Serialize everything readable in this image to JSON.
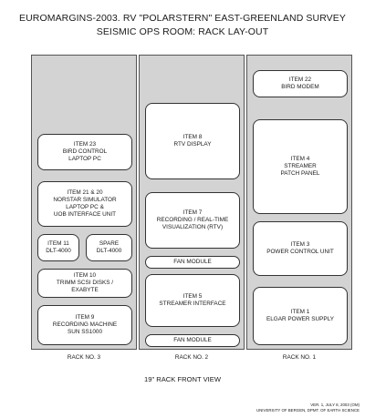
{
  "title_line1": "EUROMARGINS-2003. RV \"POLARSTERN\" EAST-GREENLAND SURVEY",
  "title_line2": "SEISMIC OPS ROOM: RACK LAY-OUT",
  "racks": {
    "rack3": {
      "label": "RACK NO. 3",
      "items": {
        "item23": [
          "ITEM 23",
          "BIRD CONTROL",
          "LAPTOP PC"
        ],
        "item21": [
          "ITEM 21 & 20",
          "NORSTAR SIMULATOR",
          "LAPTOP PC &",
          "UOB INTERFACE UNIT"
        ],
        "item11": [
          "ITEM 11",
          "DLT-4000"
        ],
        "spare": [
          "SPARE",
          "DLT-4000"
        ],
        "item10": [
          "ITEM 10",
          "TRIMM SCSI DISKS /",
          "EXABYTE"
        ],
        "item9": [
          "ITEM 9",
          "RECORDING MACHINE",
          "SUN SS1000"
        ]
      }
    },
    "rack2": {
      "label": "RACK NO. 2",
      "items": {
        "item8": [
          "ITEM 8",
          "RTV DISPLAY"
        ],
        "item7": [
          "ITEM 7",
          "RECORDING / REAL-TIME",
          "VISUALIZATION (RTV)"
        ],
        "fan1": [
          "FAN MODULE"
        ],
        "item5": [
          "ITEM 5",
          "STREAMER INTERFACE"
        ],
        "fan2": [
          "FAN MODULE"
        ]
      }
    },
    "rack1": {
      "label": "RACK NO. 1",
      "items": {
        "item22": [
          "ITEM 22",
          "BIRD MODEM"
        ],
        "item4": [
          "ITEM 4",
          "STREAMER",
          "PATCH PANEL"
        ],
        "item3": [
          "ITEM 3",
          "POWER CONTROL UNIT"
        ],
        "item1": [
          "ITEM 1",
          "ELGAR POWER SUPPLY"
        ]
      }
    }
  },
  "front_view_label": "19\" RACK FRONT VIEW",
  "footer_line1": "VER. 1,   JULY 8, 2003 (OM)",
  "footer_line2": "UNIVERSITY OF BERGEN, DPMT. OF EARTH SCIENCE"
}
